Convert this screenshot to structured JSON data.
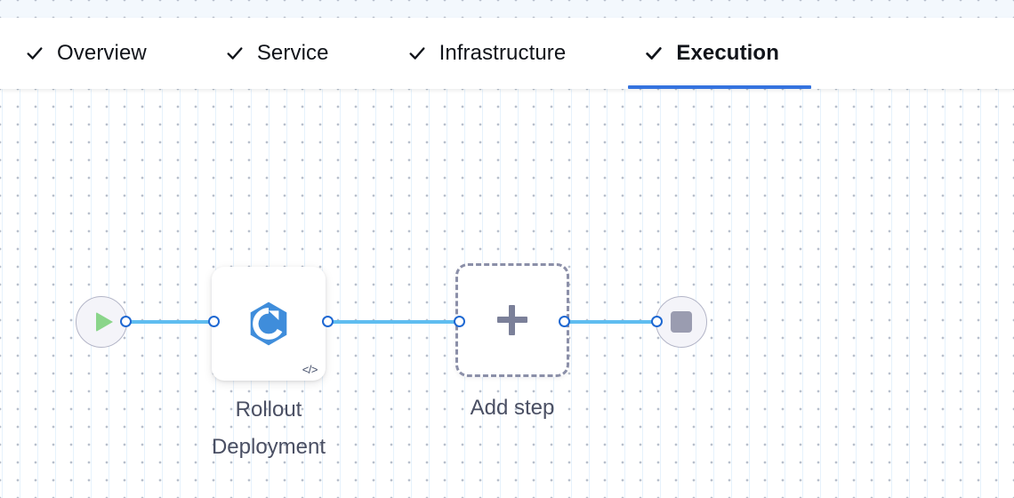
{
  "tabbar": {
    "tabs": [
      {
        "id": "overview",
        "label": "Overview",
        "icon": "check-icon",
        "completed": true,
        "active": false
      },
      {
        "id": "service",
        "label": "Service",
        "icon": "check-icon",
        "completed": true,
        "active": false
      },
      {
        "id": "infrastructure",
        "label": "Infrastructure",
        "icon": "check-icon",
        "completed": true,
        "active": false
      },
      {
        "id": "execution",
        "label": "Execution",
        "icon": "check-icon",
        "completed": true,
        "active": true
      }
    ],
    "active_underline_color": "#3573df"
  },
  "pipeline": {
    "nodes": [
      {
        "id": "start",
        "type": "start-node",
        "icon": "play-icon",
        "label": ""
      },
      {
        "id": "step-1",
        "type": "step-node",
        "icon": "rollout-deployment-icon",
        "badge": "</>",
        "label": "Rollout Deployment"
      },
      {
        "id": "add-step",
        "type": "add-node",
        "icon": "plus-icon",
        "label": "Add step"
      },
      {
        "id": "end",
        "type": "end-node",
        "icon": "stop-icon",
        "label": ""
      }
    ],
    "step_label_line1": "Rollout",
    "step_label_line2": "Deployment",
    "add_step_label": "Add step",
    "code_badge": "</>",
    "edge_color": "#5fbdf0",
    "port_border_color": "#1e68d2",
    "step_icon_color": "#3f8ddb",
    "start_icon_color": "#8ad58a",
    "end_icon_color": "#9a9cb0",
    "add_border_color": "#8b8fa8",
    "caption_color": "#4a4f63"
  },
  "canvas": {
    "background_color": "#ffffff",
    "dot_color": "#b8bfcc",
    "top_strip_color": "#f3f8fd"
  }
}
